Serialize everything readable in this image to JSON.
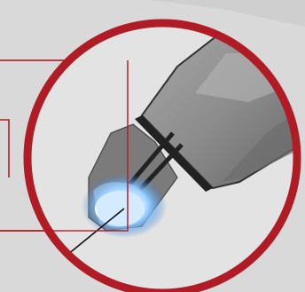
{
  "colors": {
    "background": "#d9d9d9",
    "inner_circle": "#e6e6e6",
    "ring": "#b01c25",
    "callout": "#b01c25",
    "nozzle_body": "#8a8a8a",
    "nozzle_dark": "#3f3f3f",
    "arc_glow": "#7fb8f0",
    "arc_core": "#ffffff"
  },
  "icons": {
    "nozzle": "welding-torch-nozzle",
    "arc": "welding-arc-glow",
    "wire": "filler-wire"
  }
}
